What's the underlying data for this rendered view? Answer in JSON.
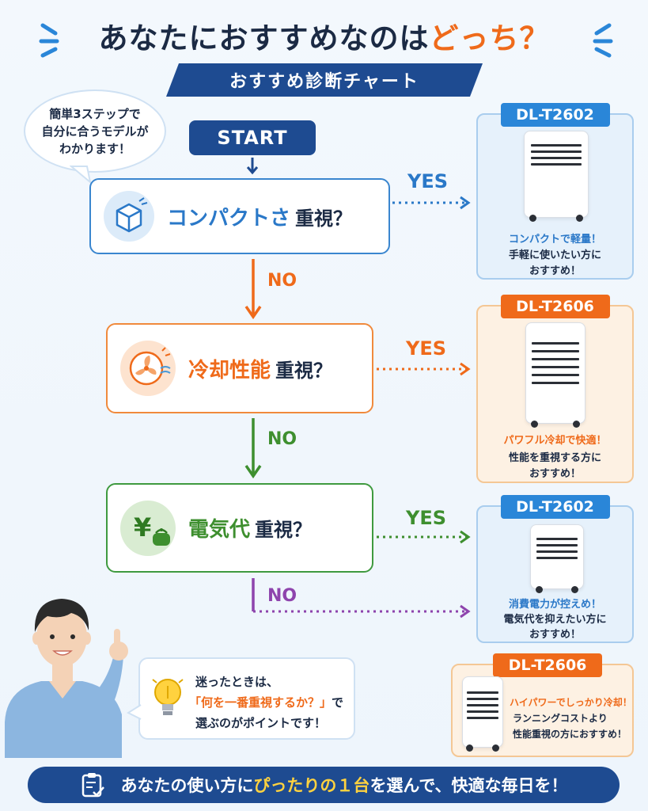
{
  "title": {
    "main": "あなたにおすすめなのは",
    "accent": "どっち？"
  },
  "subtitle": "おすすめ診断チャート",
  "bubble": {
    "line1": "簡単3ステップで",
    "line2": "自分に合うモデルが",
    "line3": "わかります！"
  },
  "start_label": "START",
  "questions": [
    {
      "label": "コンパクトさ",
      "suffix": "重視？",
      "icon": "box-icon"
    },
    {
      "label": "冷却性能",
      "suffix": "重視？",
      "icon": "fan-icon"
    },
    {
      "label": "電気代",
      "suffix": "重視？",
      "icon": "yen-wallet-icon"
    }
  ],
  "branch": {
    "yes": "YES",
    "no": "NO"
  },
  "colors": {
    "navy": "#1e4b91",
    "blue": "#2a86d8",
    "orange": "#ef6a1a",
    "green": "#3e8f2f",
    "purple": "#8e44ad"
  },
  "products": [
    {
      "model": "DL-T2602",
      "headline": "コンパクトで軽量！",
      "line1": "手軽に使いたい方に",
      "line2": "おすすめ！"
    },
    {
      "model": "DL-T2606",
      "headline": "パワフル冷却で快適！",
      "line1": "性能を重視する方に",
      "line2": "おすすめ！"
    },
    {
      "model": "DL-T2602",
      "headline": "消費電力が控えめ！",
      "line1": "電気代を抑えたい方に",
      "line2": "おすすめ！"
    },
    {
      "model": "DL-T2606",
      "headline": "ハイパワーでしっかり冷却！",
      "line1": "ランニングコストより",
      "line2": "性能重視の方におすすめ！"
    }
  ],
  "tip": {
    "line1": "迷ったときは、",
    "line2": "「何を一番重視するか？」",
    "line2_suffix": "で",
    "line3": "選ぶのがポイントです！"
  },
  "footer": {
    "part1": "あなたの使い方に",
    "highlight": "ぴったりの１台",
    "part2": "を選んで、快適な毎日を！"
  }
}
